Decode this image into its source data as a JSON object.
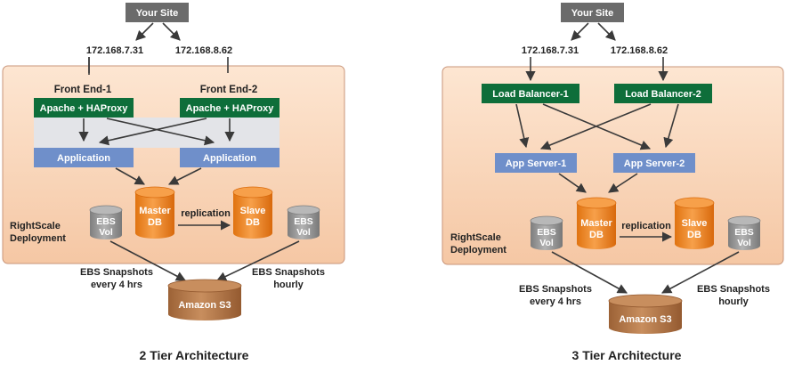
{
  "colors": {
    "panel_top": "#fde3cc",
    "panel_bottom": "#f6c9a6",
    "panel_border": "#c9957a",
    "site_box": "#6b6b6b",
    "green": "#0e6e3a",
    "blue": "#6f8fca",
    "orange": "#f08a24",
    "gray_db": "#9b9b9b",
    "s3": "#b77a4a",
    "arrow": "#3a3a3a"
  },
  "left": {
    "your_site": "Your Site",
    "ip1": "172.168.7.31",
    "ip2": "172.168.8.62",
    "front_end_1": "Front End-1",
    "front_end_2": "Front End-2",
    "haproxy_1": "Apache + HAProxy",
    "haproxy_2": "Apache + HAProxy",
    "app_1": "Application",
    "app_2": "Application",
    "ebs_left": [
      "EBS",
      "Vol"
    ],
    "ebs_right": [
      "EBS",
      "Vol"
    ],
    "master": [
      "Master",
      "DB"
    ],
    "slave": [
      "Slave",
      "DB"
    ],
    "replication": "replication",
    "deployment": [
      "RightScale",
      "Deployment"
    ],
    "snap_left": [
      "EBS Snapshots",
      "every 4 hrs"
    ],
    "snap_right": [
      "EBS Snapshots",
      "hourly"
    ],
    "s3": "Amazon S3",
    "caption": "2 Tier Architecture"
  },
  "right": {
    "your_site": "Your Site",
    "ip1": "172.168.7.31",
    "ip2": "172.168.8.62",
    "lb_1": "Load Balancer-1",
    "lb_2": "Load Balancer-2",
    "app_1": "App Server-1",
    "app_2": "App Server-2",
    "ebs_left": [
      "EBS",
      "Vol"
    ],
    "ebs_right": [
      "EBS",
      "Vol"
    ],
    "master": [
      "Master",
      "DB"
    ],
    "slave": [
      "Slave",
      "DB"
    ],
    "replication": "replication",
    "deployment": [
      "RightScale",
      "Deployment"
    ],
    "snap_left": [
      "EBS Snapshots",
      "every 4 hrs"
    ],
    "snap_right": [
      "EBS Snapshots",
      "hourly"
    ],
    "s3": "Amazon S3",
    "caption": "3 Tier Architecture"
  }
}
